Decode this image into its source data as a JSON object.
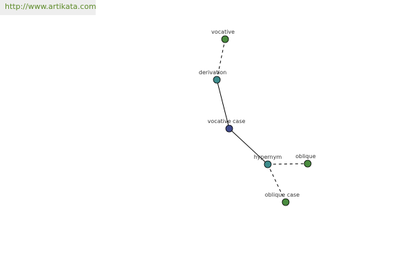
{
  "banner": {
    "url_text": "http://www.artikata.com"
  },
  "colors": {
    "banner_text": "#5e8c2a",
    "banner_bg": "#eeeeee",
    "center_node": "#3f4a8c",
    "relation_node": "#3d8c8c",
    "leaf_node": "#4a8c3f",
    "edge": "#000000",
    "label": "#333333"
  },
  "graph": {
    "nodes": [
      {
        "id": "vocative",
        "label": "vocative",
        "kind": "leaf"
      },
      {
        "id": "derivation",
        "label": "derivation",
        "kind": "relation"
      },
      {
        "id": "vocative-case",
        "label": "vocative case",
        "kind": "center"
      },
      {
        "id": "hypernym",
        "label": "hypernym",
        "kind": "relation"
      },
      {
        "id": "oblique",
        "label": "oblique",
        "kind": "leaf"
      },
      {
        "id": "oblique-case",
        "label": "oblique case",
        "kind": "leaf"
      }
    ],
    "edges": [
      {
        "from": "vocative",
        "to": "derivation",
        "style": "dashed"
      },
      {
        "from": "derivation",
        "to": "vocative-case",
        "style": "solid"
      },
      {
        "from": "vocative-case",
        "to": "hypernym",
        "style": "solid"
      },
      {
        "from": "hypernym",
        "to": "oblique",
        "style": "dashed"
      },
      {
        "from": "hypernym",
        "to": "oblique-case",
        "style": "dashed"
      }
    ]
  }
}
